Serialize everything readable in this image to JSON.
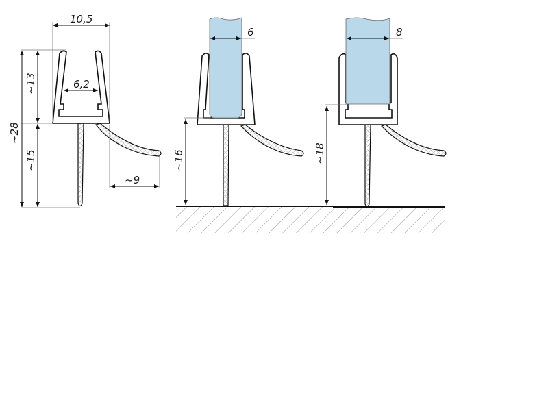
{
  "diagram": {
    "title": "",
    "profile_a": {
      "width_label": "10,5",
      "inner_width_label": "6,2",
      "upper_height_label": "~13",
      "lower_height_label": "~15",
      "total_height_label": "~28",
      "fin_reach_label": "~9"
    },
    "profile_b": {
      "glass_thickness_label": "6",
      "height_label": "~16"
    },
    "profile_c": {
      "glass_thickness_label": "8",
      "height_label": "~18"
    },
    "colors": {
      "glass": "#b9d9ea",
      "line": "#111111",
      "floor_hatch": "#888888"
    }
  }
}
